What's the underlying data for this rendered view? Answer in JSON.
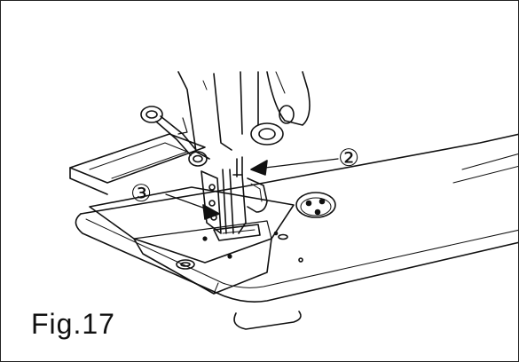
{
  "figure": {
    "label": "Fig.17"
  },
  "callouts": [
    {
      "id": "2",
      "text": "②"
    },
    {
      "id": "3",
      "text": "③"
    }
  ]
}
